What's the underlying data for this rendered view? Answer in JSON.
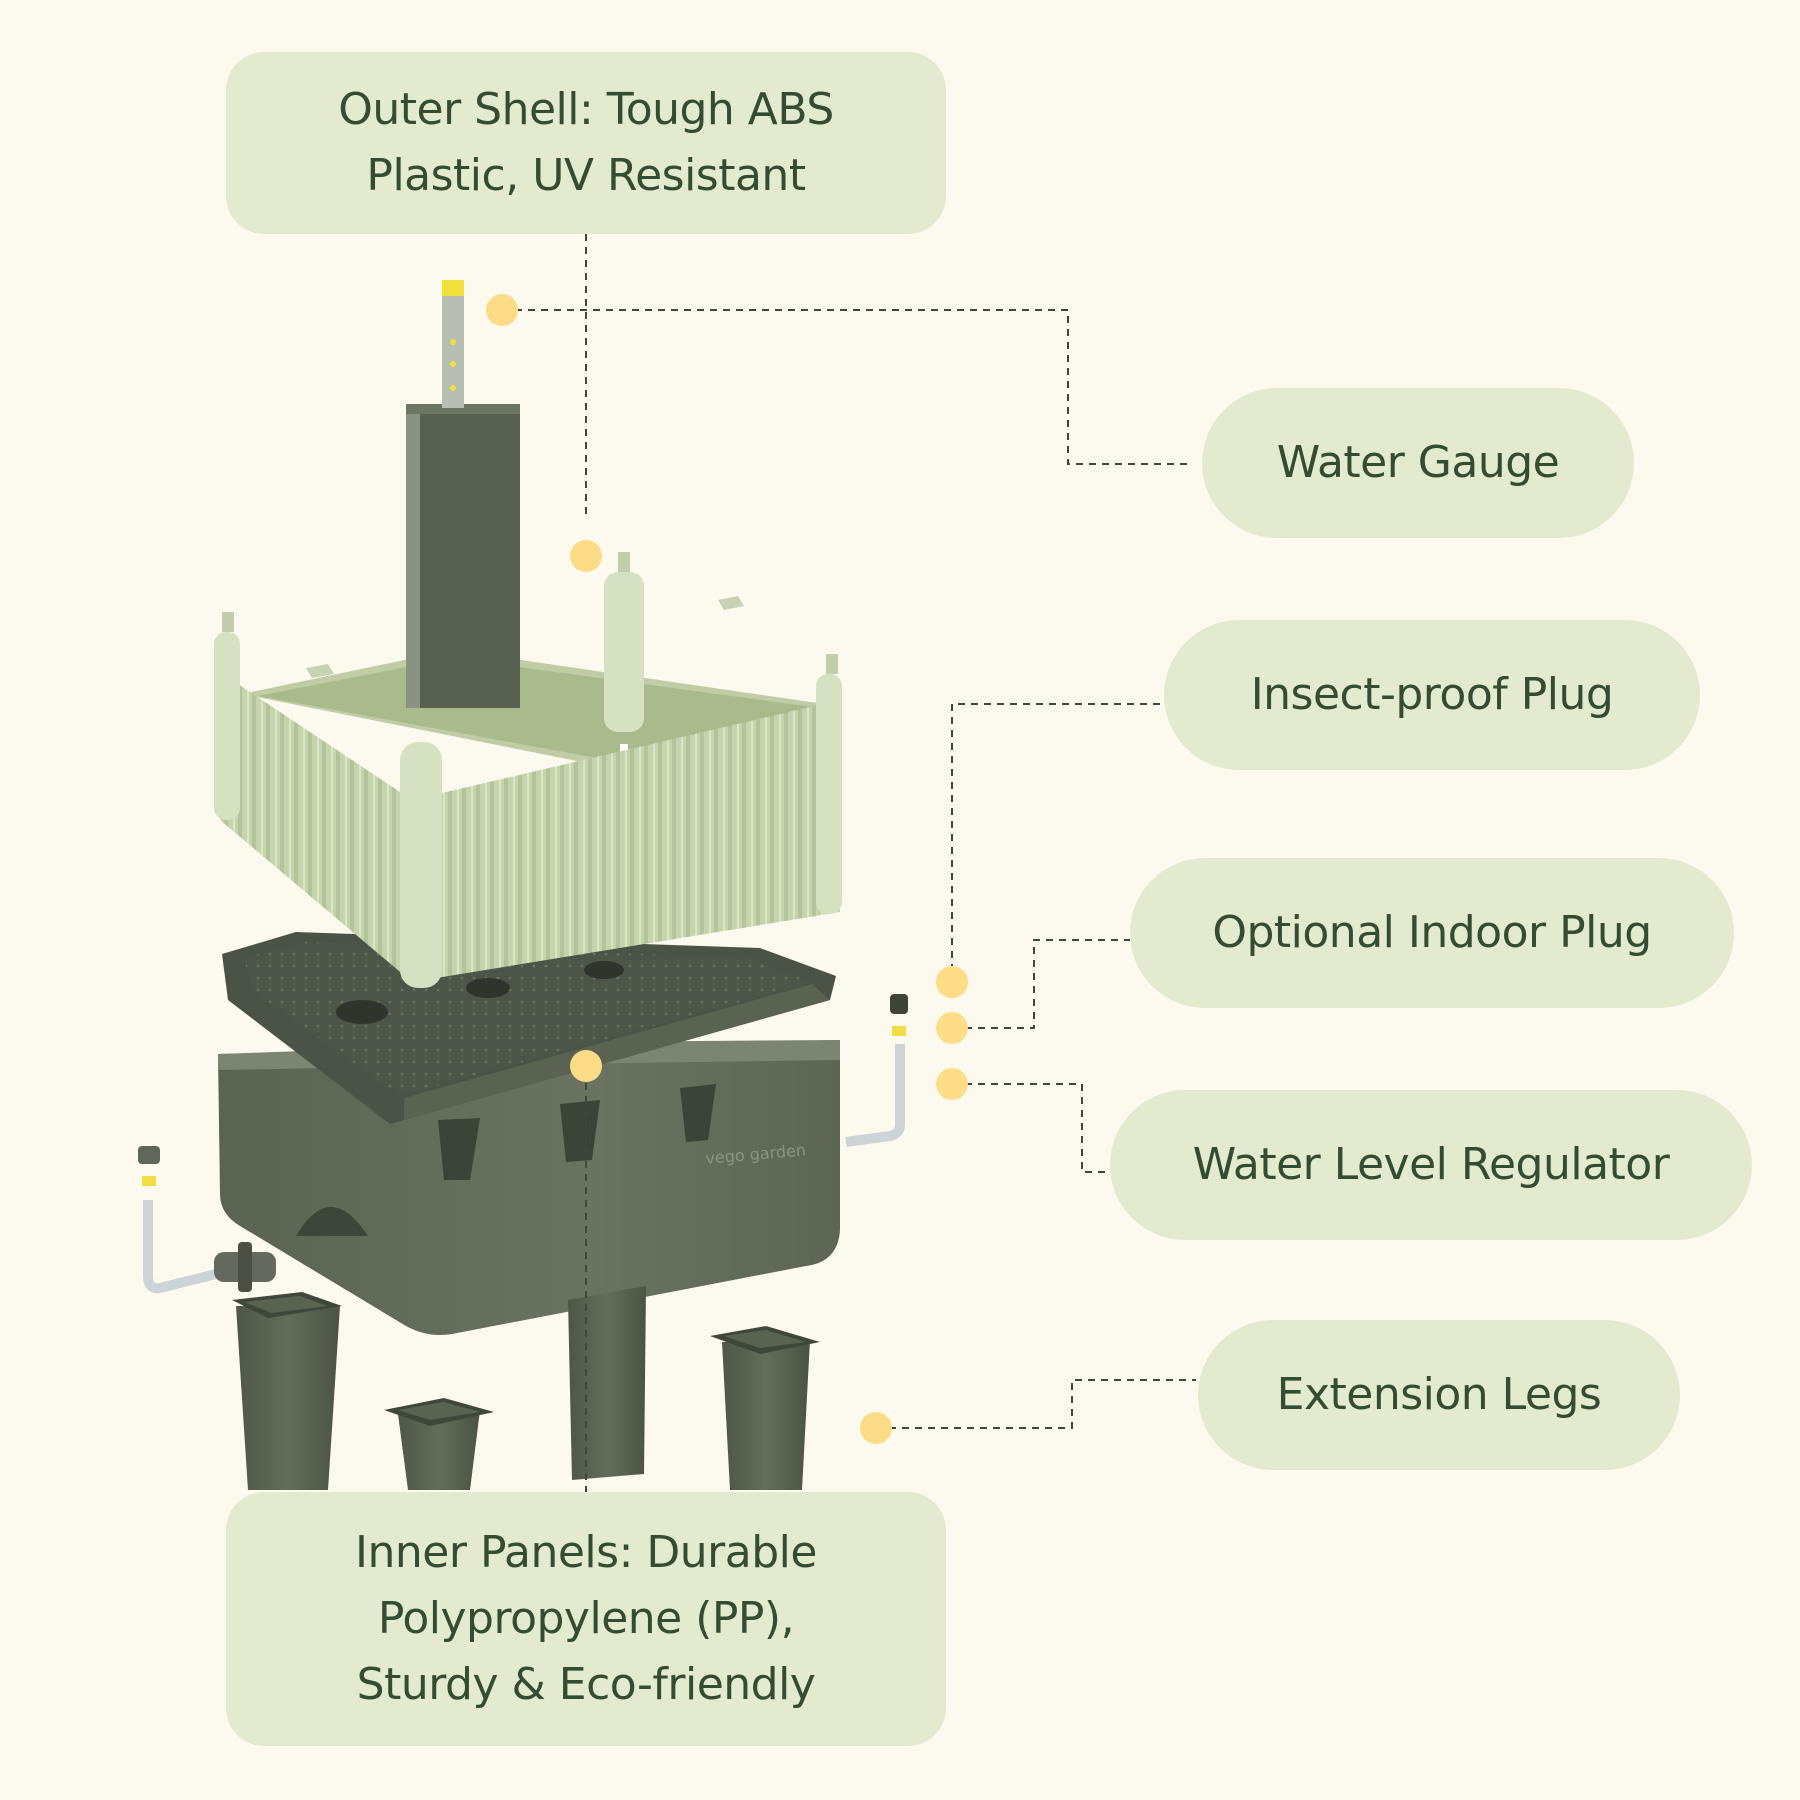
{
  "callouts": {
    "outer_shell": "Outer Shell: Tough ABS\nPlastic, UV Resistant",
    "water_gauge": "Water Gauge",
    "insect_plug": "Insect-proof Plug",
    "indoor_plug": "Optional Indoor Plug",
    "regulator": "Water Level Regulator",
    "legs": "Extension Legs",
    "inner_panels": "Inner Panels: Durable\nPolypropylene (PP),\nSturdy & Eco-friendly"
  },
  "product": {
    "brand_mark": "vego garden"
  },
  "colors": {
    "background": "#fcf9ee",
    "label_fill": "#e4ead0",
    "label_text": "#344c32",
    "marker": "#fcdc86",
    "shell_green": "#c9d6b3",
    "reservoir_green": "#626a59"
  }
}
